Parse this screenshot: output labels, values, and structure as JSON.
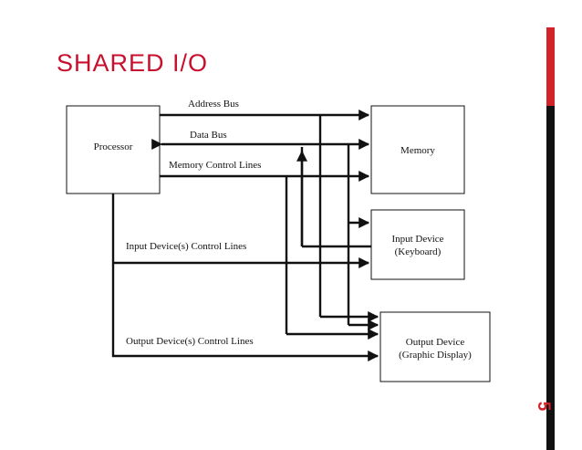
{
  "slide": {
    "title": "SHARED I/O",
    "page_number": "5",
    "accent_red": "#d2232a",
    "title_red": "#c8102e"
  },
  "diagram": {
    "components": {
      "processor": "Processor",
      "memory": "Memory",
      "input_device": [
        "Input Device",
        "(Keyboard)"
      ],
      "output_device": [
        "Output Device",
        "(Graphic Display)"
      ]
    },
    "connections": {
      "address_bus": "Address Bus",
      "data_bus": "Data Bus",
      "memory_control": "Memory Control Lines",
      "input_control": "Input Device(s) Control Lines",
      "output_control": "Output Device(s) Control Lines"
    }
  }
}
